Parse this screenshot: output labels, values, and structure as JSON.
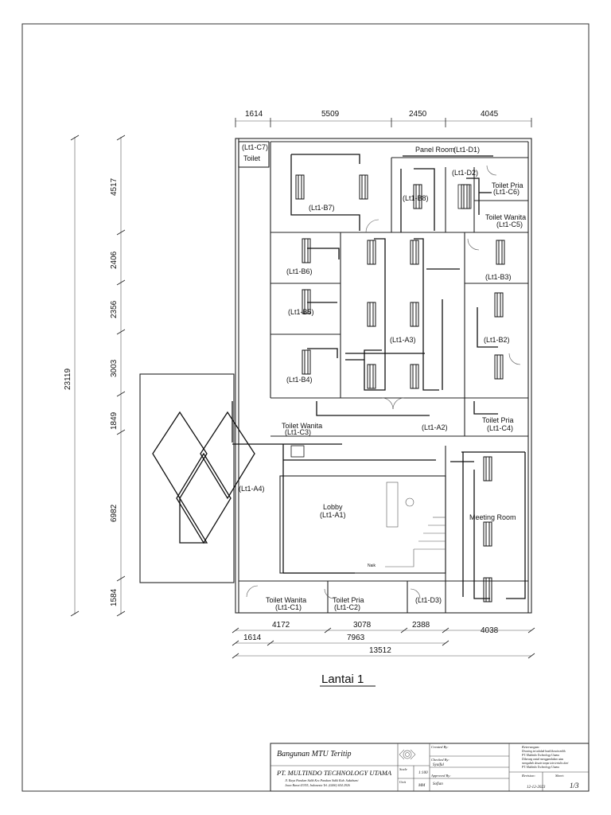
{
  "drawing": {
    "title": "Lantai 1",
    "dims_top": [
      "1614",
      "5509",
      "2450",
      "4045"
    ],
    "dims_left_total": "23119",
    "dims_left": [
      "4517",
      "2406",
      "2356",
      "3003",
      "1849",
      "6982",
      "1584"
    ],
    "dims_bottom_row1": [
      "4172",
      "3078",
      "2388",
      "4038"
    ],
    "dims_bottom_row2": [
      "1614",
      "7963"
    ],
    "dims_bottom_total": "13512",
    "rooms": {
      "panel_room": "Panel Room",
      "toilet_top": "Toilet",
      "toilet_pria_c6": "Toilet Pria",
      "toilet_wanita_c5": "Toilet Wanita",
      "toilet_wanita_c3": "Toilet Wanita",
      "toilet_pria_c4": "Toilet Pria",
      "lobby": "Lobby",
      "meeting_room": "Meeting Room",
      "toilet_wanita_c1": "Toilet Wanita",
      "toilet_pria_c2": "Toilet Pria",
      "naik": "Naik"
    },
    "tags": {
      "c7": "(Lt1-C7)",
      "d1": "(Lt1-D1)",
      "d2": "(Lt1-D2)",
      "c6": "(Lt1-C6)",
      "c5": "(Lt1-C5)",
      "b7": "(Lt1-B7)",
      "b8": "(Lt1-B8)",
      "b6": "(Lt1-B6)",
      "b3": "(Lt1-B3)",
      "b5": "(Lt1-B5)",
      "a3": "(Lt1-A3)",
      "b2": "(Lt1-B2)",
      "b4": "(Lt1-B4)",
      "c3": "(Lt1-C3)",
      "a2": "(Lt1-A2)",
      "c4": "(Lt1-C4)",
      "a4": "(Lt1-A4)",
      "a1": "(Lt1-A1)",
      "c1": "(Lt1-C1)",
      "c2": "(Lt1-C2)",
      "d3": "(Lt1-D3)"
    }
  },
  "title_block": {
    "project": "Bangunan MTU Teritip",
    "company": "PT. MULTINDO TECHNOLOGY UTAMA",
    "address_1": "Jl. Raya Pandum Sidik Kec.Pandum Sidik Kab. Sukabumi",
    "address_2": "Jawa Barat 43355, Indonesia Tel. (0266) 654 2926",
    "created_by_label": "Created By:",
    "checked_by_label": "Checked By:",
    "checked_by": "Syaiful",
    "approved_by_label": "Approved By:",
    "approved_by": "Sofian",
    "scale_label": "Scale",
    "scale": "1:100",
    "unit_label": "Unit",
    "unit": "MM",
    "notes_label": "Keterangan:",
    "notes_1": "Drawing ini adalah hasil/desain milik",
    "notes_2": "PT. Multindo Technology Utama",
    "notes_3": "Dilarang untuk menggandakan atau",
    "notes_4": "mengubah desain tanpa izin tertulis dari",
    "notes_5": "PT. Multindo Technology Utama",
    "revision_label": "Revision:",
    "date": "12-12-2023",
    "sheet_label": "Sheet:",
    "sheet": "1/3"
  }
}
